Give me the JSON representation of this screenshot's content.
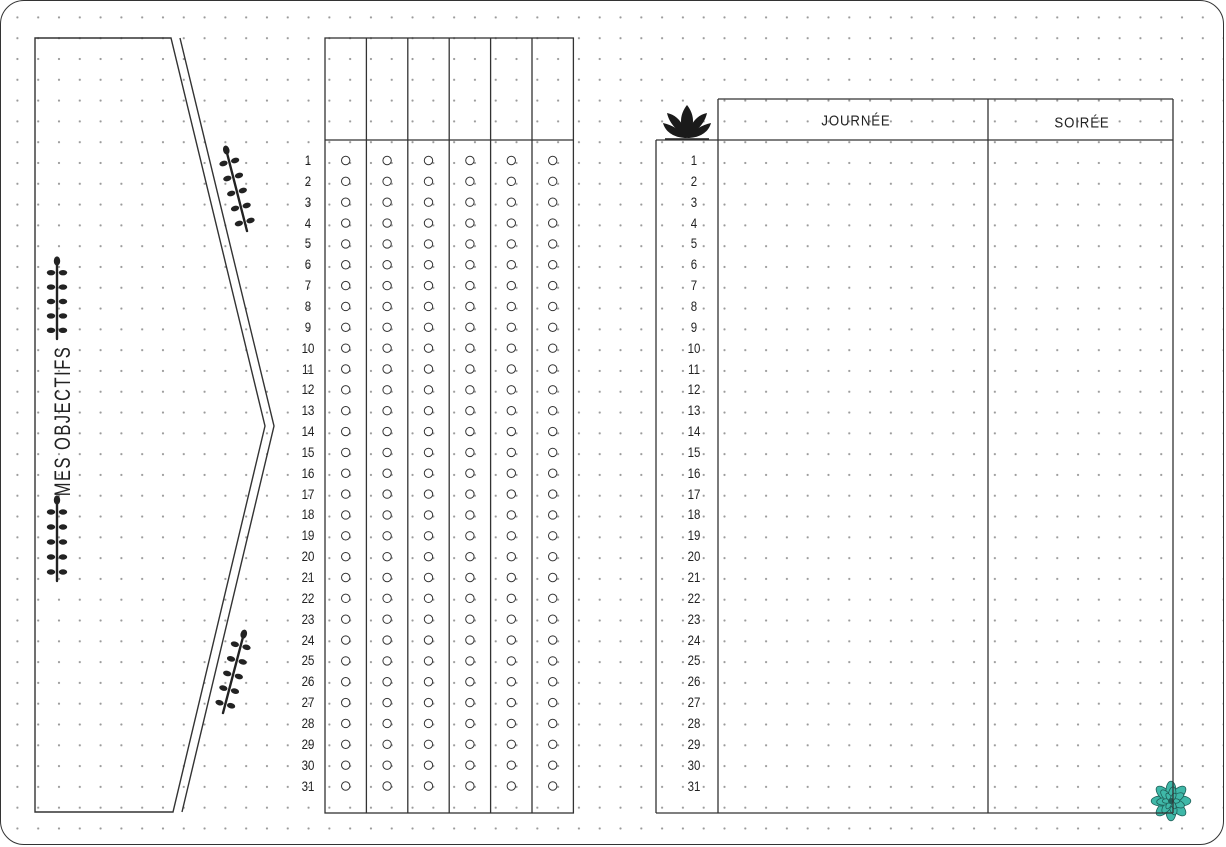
{
  "objectives_title": "MES OBJECTIFS",
  "day_numbers": [
    "1",
    "2",
    "3",
    "4",
    "5",
    "6",
    "7",
    "8",
    "9",
    "10",
    "11",
    "12",
    "13",
    "14",
    "15",
    "16",
    "17",
    "18",
    "19",
    "20",
    "21",
    "22",
    "23",
    "24",
    "25",
    "26",
    "27",
    "28",
    "29",
    "30",
    "31"
  ],
  "tracker": {
    "column_count": 6
  },
  "log": {
    "columns": [
      {
        "label": "JOURNÉE"
      },
      {
        "label": "SOIRÉE"
      }
    ]
  },
  "icons": {
    "sprig": "leaf-sprig-icon",
    "lotus": "lotus-icon",
    "succulent": "succulent-icon"
  },
  "colors": {
    "ink": "#222222",
    "succulent": "#3fb8a8"
  }
}
